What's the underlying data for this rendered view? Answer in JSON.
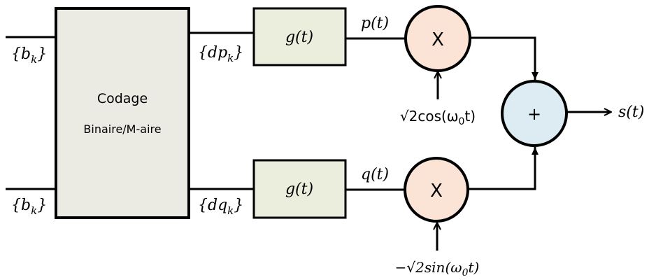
{
  "diagram": {
    "title": "QAM modulator block diagram",
    "inputs": [
      {
        "label": "{b",
        "sub": "k",
        "close": "}"
      },
      {
        "label": "{b",
        "sub": "k",
        "close": "}"
      }
    ],
    "encoder": {
      "line1": "Codage",
      "line2": "Binaire/M-aire"
    },
    "encoder_outputs": [
      {
        "label": "{dp",
        "sub": "k",
        "close": "}"
      },
      {
        "label": "{dq",
        "sub": "k",
        "close": "}"
      }
    ],
    "filters": [
      {
        "label": "g(t)"
      },
      {
        "label": "g(t)"
      }
    ],
    "filter_outputs": [
      {
        "label": "p(t)"
      },
      {
        "label": "q(t)"
      }
    ],
    "multipliers": [
      {
        "symbol": "X",
        "carrier": "√2cos(ω",
        "carrier_sub": "0",
        "carrier_end": "t)"
      },
      {
        "symbol": "X",
        "carrier": "−√2sin(ω",
        "carrier_sub": "0",
        "carrier_end": "t)"
      }
    ],
    "adder": {
      "symbol": "+"
    },
    "output": {
      "label": "s(t)"
    },
    "colors": {
      "encoder_fill": "#ecebe3",
      "filter_fill": "#ebeedd",
      "multiplier_fill": "#fbe4d5",
      "adder_fill": "#ddebf3",
      "stroke": "#000000"
    }
  }
}
